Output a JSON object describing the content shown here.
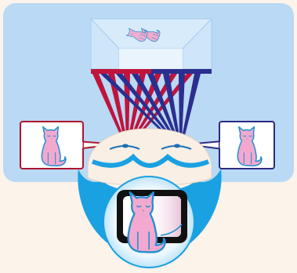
{
  "colors": {
    "page_background": "#fcf3ea",
    "panel_background": "#b9d9f4",
    "screen_frame": "#d8ebfb",
    "screen_inner": "#ffffff",
    "left_eye_rays": "#c0143c",
    "right_eye_rays": "#2b2e8f",
    "left_bubble_border": "#b0142e",
    "right_bubble_border": "#2d2a82",
    "face": "#faefe4",
    "hair_and_beard": "#1aa1e2",
    "cat_fill": "#f3a9cf",
    "cat_outline": "#1f8fcf",
    "lens_glow": "#dff1fd"
  },
  "icons": {
    "screen_image": "two-overlapping-cats",
    "left_eye_view": "sitting-cat",
    "right_eye_view": "sitting-cat",
    "fused_perception": "sitting-cat-3d-depth"
  }
}
